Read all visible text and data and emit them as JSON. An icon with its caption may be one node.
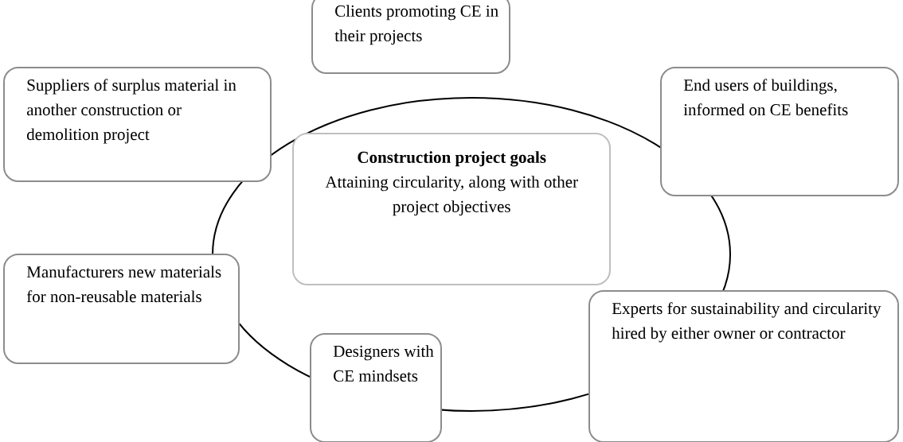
{
  "diagram": {
    "nodes": [
      {
        "text": [
          "Clients promoting CE in their projects"
        ]
      },
      {
        "text": [
          "Suppliers of surplus material in another construction or demolition project"
        ]
      },
      {
        "text": [
          "End users of buildings, informed on CE benefits"
        ]
      },
      {
        "text": [
          "Construction project goals",
          "Attaining circularity, along with other project objectives"
        ]
      },
      {
        "text": [
          "Manufacturers new materials for non-reusable materials"
        ]
      },
      {
        "text": [
          "Experts for sustainability and circularity hired by either owner or contractor"
        ]
      },
      {
        "text": [
          "Designers with CE mindsets"
        ]
      }
    ]
  }
}
